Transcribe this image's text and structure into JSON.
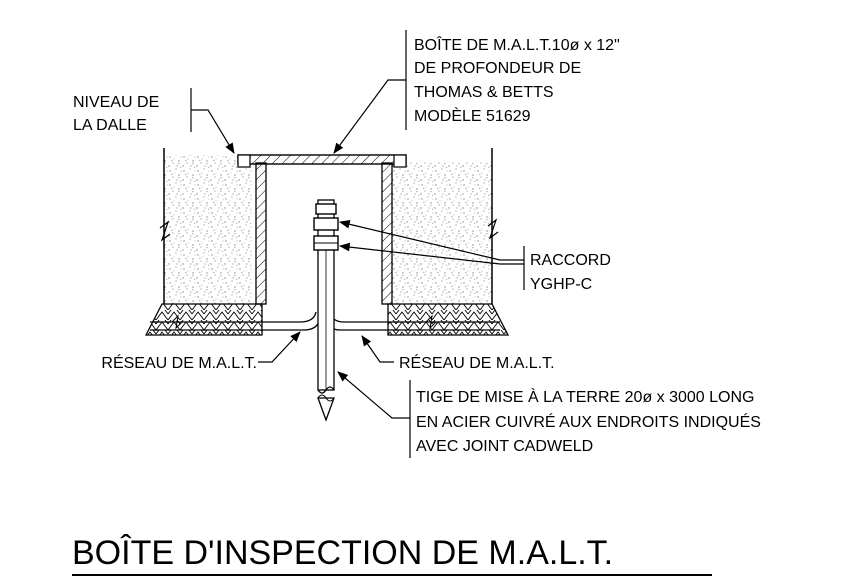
{
  "labels": {
    "box_line1": "BOÎTE DE M.A.L.T.10ø x 12\"",
    "box_line2": "DE PROFONDEUR DE",
    "box_line3": "THOMAS & BETTS",
    "box_line4": "MODÈLE 51629",
    "slab_line1": "NIVEAU DE",
    "slab_line2": "LA DALLE",
    "fitting_line1": "RACCORD",
    "fitting_line2": "YGHP-C",
    "network_left": "RÉSEAU DE M.A.L.T.",
    "network_right": "RÉSEAU DE M.A.L.T.",
    "rod_line1": "TIGE DE MISE À LA TERRE 20ø x 3000 LONG",
    "rod_line2": "EN ACIER CUIVRÉ AUX ENDROITS INDIQUÉS",
    "rod_line3": "AVEC JOINT CADWELD"
  },
  "title": "BOÎTE D'INSPECTION DE M.A.L.T."
}
